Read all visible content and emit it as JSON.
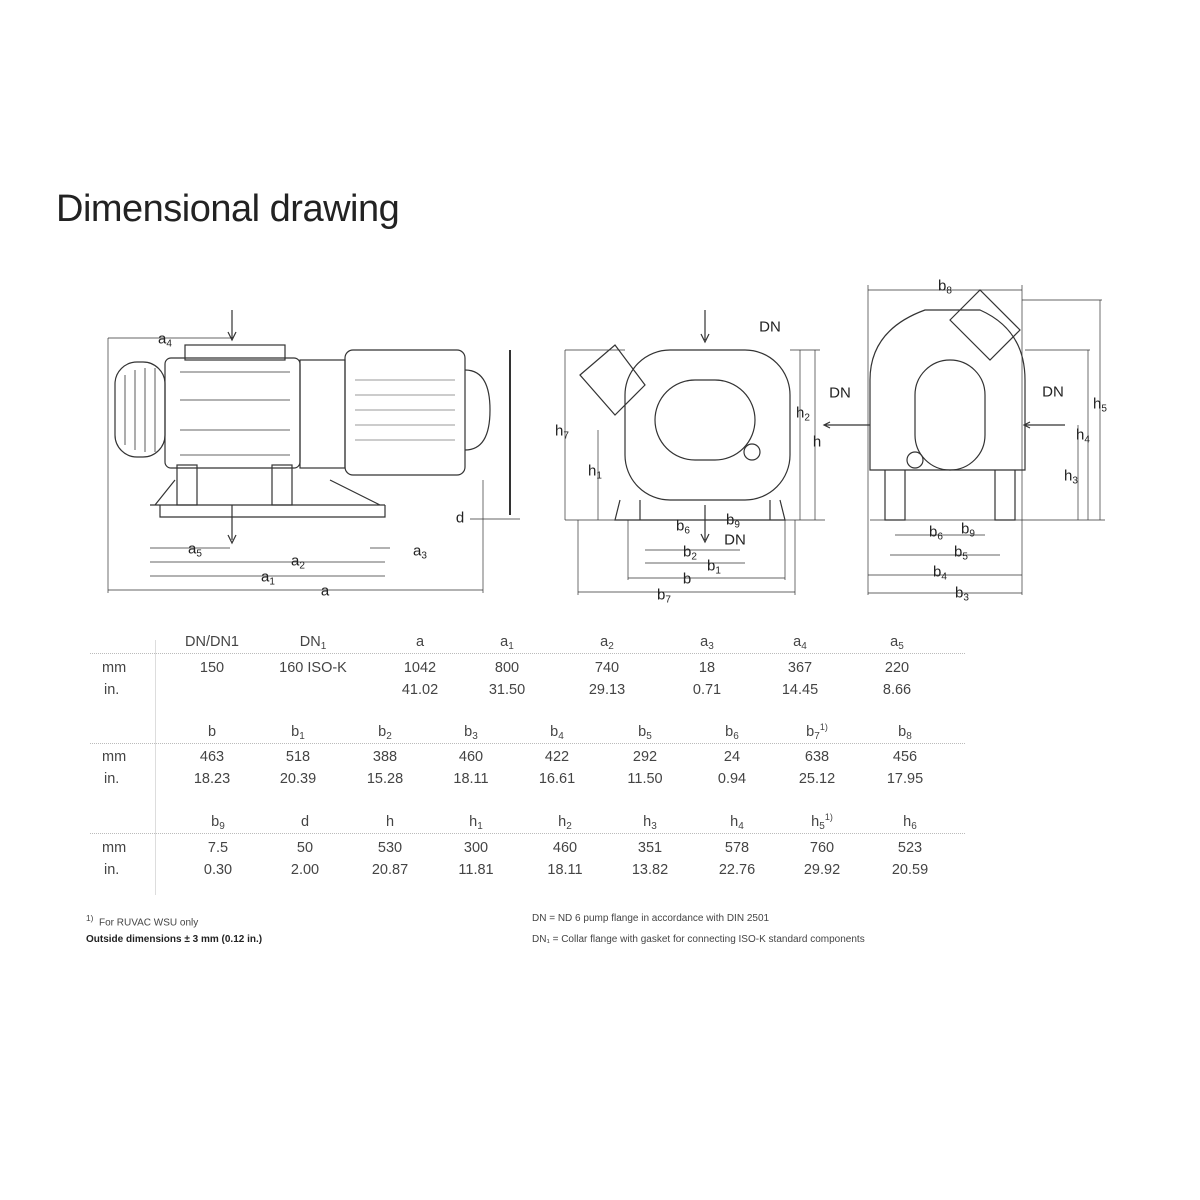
{
  "title": "Dimensional drawing",
  "drawing_labels": {
    "side": [
      {
        "t": "a",
        "s": "4"
      },
      {
        "t": "a",
        "s": "5"
      },
      {
        "t": "a",
        "s": "2"
      },
      {
        "t": "a",
        "s": "3"
      },
      {
        "t": "a",
        "s": "1"
      },
      {
        "t": "a",
        "s": ""
      },
      {
        "t": "d",
        "s": ""
      }
    ],
    "front": [
      {
        "t": "DN",
        "s": ""
      },
      {
        "t": "h",
        "s": "7"
      },
      {
        "t": "h",
        "s": "1"
      },
      {
        "t": "h",
        "s": "2"
      },
      {
        "t": "h",
        "s": ""
      },
      {
        "t": "b",
        "s": "6"
      },
      {
        "t": "b",
        "s": "9"
      },
      {
        "t": "DN",
        "s": ""
      },
      {
        "t": "b",
        "s": "2"
      },
      {
        "t": "b",
        "s": "1"
      },
      {
        "t": "b",
        "s": ""
      },
      {
        "t": "b",
        "s": "7"
      }
    ],
    "end": [
      {
        "t": "b",
        "s": "8"
      },
      {
        "t": "DN",
        "s": ""
      },
      {
        "t": "DN",
        "s": ""
      },
      {
        "t": "h",
        "s": "5"
      },
      {
        "t": "h",
        "s": "4"
      },
      {
        "t": "h",
        "s": "3"
      },
      {
        "t": "b",
        "s": "6"
      },
      {
        "t": "b",
        "s": "9"
      },
      {
        "t": "b",
        "s": "5"
      },
      {
        "t": "b",
        "s": "4"
      },
      {
        "t": "b",
        "s": "3"
      }
    ]
  },
  "table": {
    "row_labels": {
      "mm": "mm",
      "in": "in."
    },
    "groups": [
      {
        "headers": [
          {
            "t": "DN/DN1",
            "s": "",
            "sup": ""
          },
          {
            "t": "DN",
            "s": "1",
            "sup": ""
          },
          {
            "t": "a",
            "s": "",
            "sup": ""
          },
          {
            "t": "a",
            "s": "1",
            "sup": ""
          },
          {
            "t": "a",
            "s": "2",
            "sup": ""
          },
          {
            "t": "a",
            "s": "3",
            "sup": ""
          },
          {
            "t": "a",
            "s": "4",
            "sup": ""
          },
          {
            "t": "a",
            "s": "5",
            "sup": ""
          }
        ],
        "mm": [
          "150",
          "160 ISO-K",
          "1042",
          "800",
          "740",
          "18",
          "367",
          "220"
        ],
        "in": [
          "",
          "",
          "41.02",
          "31.50",
          "29.13",
          "0.71",
          "14.45",
          "8.66"
        ]
      },
      {
        "headers": [
          {
            "t": "b",
            "s": "",
            "sup": ""
          },
          {
            "t": "b",
            "s": "1",
            "sup": ""
          },
          {
            "t": "b",
            "s": "2",
            "sup": ""
          },
          {
            "t": "b",
            "s": "3",
            "sup": ""
          },
          {
            "t": "b",
            "s": "4",
            "sup": ""
          },
          {
            "t": "b",
            "s": "5",
            "sup": ""
          },
          {
            "t": "b",
            "s": "6",
            "sup": ""
          },
          {
            "t": "b",
            "s": "7",
            "sup": "1)"
          },
          {
            "t": "b",
            "s": "8",
            "sup": ""
          }
        ],
        "mm": [
          "463",
          "518",
          "388",
          "460",
          "422",
          "292",
          "24",
          "638",
          "456"
        ],
        "in": [
          "18.23",
          "20.39",
          "15.28",
          "18.11",
          "16.61",
          "11.50",
          "0.94",
          "25.12",
          "17.95"
        ]
      },
      {
        "headers": [
          {
            "t": "b",
            "s": "9",
            "sup": ""
          },
          {
            "t": "d",
            "s": "",
            "sup": ""
          },
          {
            "t": "h",
            "s": "",
            "sup": ""
          },
          {
            "t": "h",
            "s": "1",
            "sup": ""
          },
          {
            "t": "h",
            "s": "2",
            "sup": ""
          },
          {
            "t": "h",
            "s": "3",
            "sup": ""
          },
          {
            "t": "h",
            "s": "4",
            "sup": ""
          },
          {
            "t": "h",
            "s": "5",
            "sup": "1)"
          },
          {
            "t": "h",
            "s": "6",
            "sup": ""
          }
        ],
        "mm": [
          "7.5",
          "50",
          "530",
          "300",
          "460",
          "351",
          "578",
          "760",
          "523"
        ],
        "in": [
          "0.30",
          "2.00",
          "20.87",
          "11.81",
          "18.11",
          "13.82",
          "22.76",
          "29.92",
          "20.59"
        ]
      }
    ]
  },
  "notes": {
    "footnote_mark": "1)",
    "footnote": "For RUVAC WSU only",
    "outside": "Outside dimensions ± 3 mm (0.12 in.)",
    "dn_def": "DN   = ND 6 pump flange in accordance with DIN 2501",
    "dn1_def": "DN₁ = Collar flange with gasket for connecting ISO-K standard components"
  },
  "colors": {
    "line": "#333333",
    "text": "#222222"
  }
}
